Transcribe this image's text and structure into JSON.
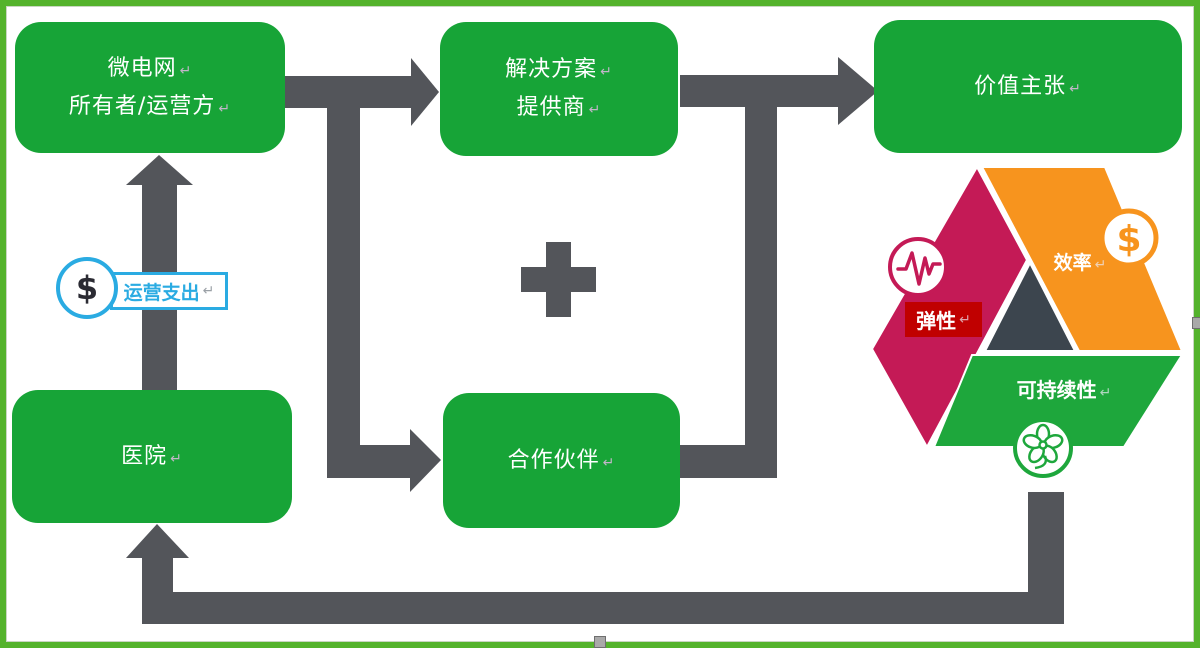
{
  "diagram": {
    "boxes": {
      "microgrid": {
        "line1": "微电网",
        "line2": "所有者/运营方"
      },
      "solution_provider": {
        "line1": "解决方案",
        "line2": "提供商"
      },
      "value_proposition": {
        "label": "价值主张"
      },
      "hospital": {
        "label": "医院"
      },
      "partners": {
        "label": "合作伙伴"
      }
    },
    "opex_badge": {
      "label": "运营支出",
      "dollar": "$"
    },
    "triad": {
      "efficiency": {
        "label": "效率",
        "dollar": "$"
      },
      "resilience": {
        "label": "弹性"
      },
      "sustainability": {
        "label": "可持续性"
      }
    },
    "marks": {
      "return": "↵"
    }
  },
  "colors": {
    "box_green": "#17a437",
    "arrow_gray": "#53555a",
    "frame_green": "#54b32c",
    "crimson": "#c41a56",
    "resilience_red": "#c00000",
    "orange": "#f7941e",
    "dark_triangle": "#3c454e",
    "sustain_green": "#1ea73c",
    "opex_blue": "#2aabe2"
  }
}
